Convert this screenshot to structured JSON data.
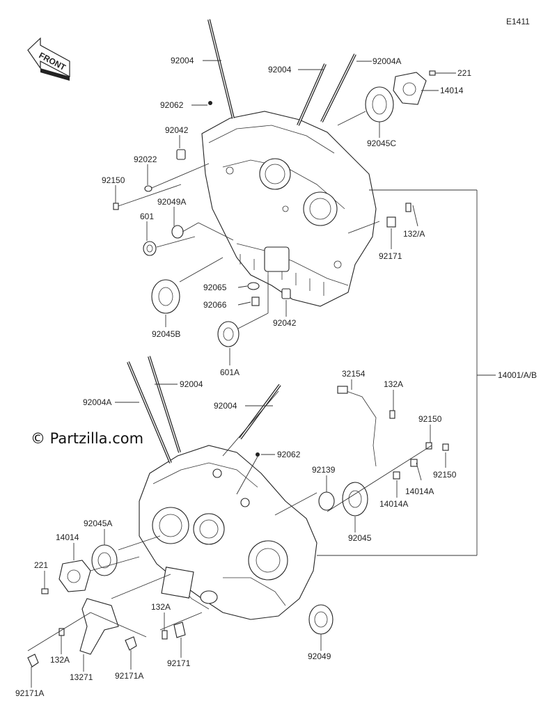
{
  "diagram_code": "E1411",
  "front_label": "FRONT",
  "watermark": "© Partzilla.com",
  "callouts": {
    "upper_92004_long": "92004",
    "upper_92004": "92004",
    "upper_92004A": "92004A",
    "upper_221": "221",
    "upper_14014": "14014",
    "upper_92062": "92062",
    "upper_92045C": "92045C",
    "upper_92042_a": "92042",
    "upper_92022": "92022",
    "upper_92150": "92150",
    "upper_92049A": "92049A",
    "upper_601": "601",
    "upper_132A": "132/A",
    "upper_92171": "92171",
    "upper_92065": "92065",
    "upper_92066": "92066",
    "upper_92042_b": "92042",
    "upper_92045B": "92045B",
    "upper_601A": "601A",
    "crankcase_set": "14001/A/B",
    "lower_92004": "92004",
    "lower_92004A": "92004A",
    "lower_92004_b": "92004",
    "lower_32154": "32154",
    "lower_132A_a": "132A",
    "lower_92150_a": "92150",
    "lower_92062": "92062",
    "lower_92139": "92139",
    "lower_92150_b": "92150",
    "lower_14014A_a": "14014A",
    "lower_14014A_b": "14014A",
    "lower_92045": "92045",
    "lower_92045A": "92045A",
    "lower_14014": "14014",
    "lower_221": "221",
    "lower_132A_b": "132A",
    "lower_92171": "92171",
    "lower_92049": "92049",
    "lower_132A_c": "132A",
    "lower_13271": "13271",
    "lower_92171A_a": "92171A",
    "lower_92171A_b": "92171A"
  }
}
